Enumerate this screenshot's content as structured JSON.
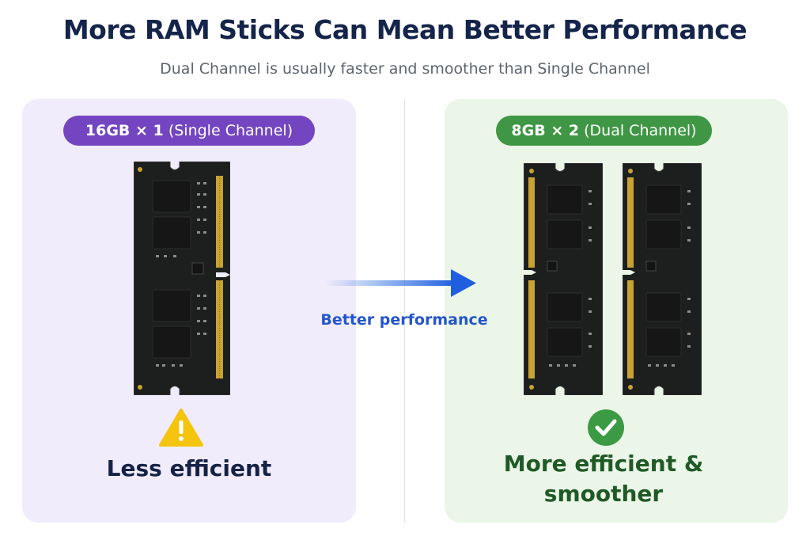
{
  "header": {
    "title": "More RAM Sticks Can Mean Better Performance",
    "subtitle": "Dual Channel is usually faster and smoother than Single Channel"
  },
  "left_panel": {
    "pill_main": "16GB × 1",
    "pill_mode": "(Single Channel)",
    "status_icon": "warning-icon",
    "caption": "Less efficient",
    "colors": {
      "panel": "#f1ecfb",
      "pill": "#7445c1",
      "caption": "#152246",
      "icon": "#f5c40f"
    }
  },
  "right_panel": {
    "pill_main": "8GB × 2",
    "pill_mode": "(Dual Channel)",
    "status_icon": "check-circle-icon",
    "caption_line1": "More efficient &",
    "caption_line2": "smoother",
    "colors": {
      "panel": "#ebf5e8",
      "pill": "#3f9644",
      "caption": "#1f5a26",
      "icon": "#3b9a44"
    }
  },
  "transition": {
    "label": "Better performance",
    "icon": "arrow-right-icon",
    "color": "#2456c9"
  }
}
